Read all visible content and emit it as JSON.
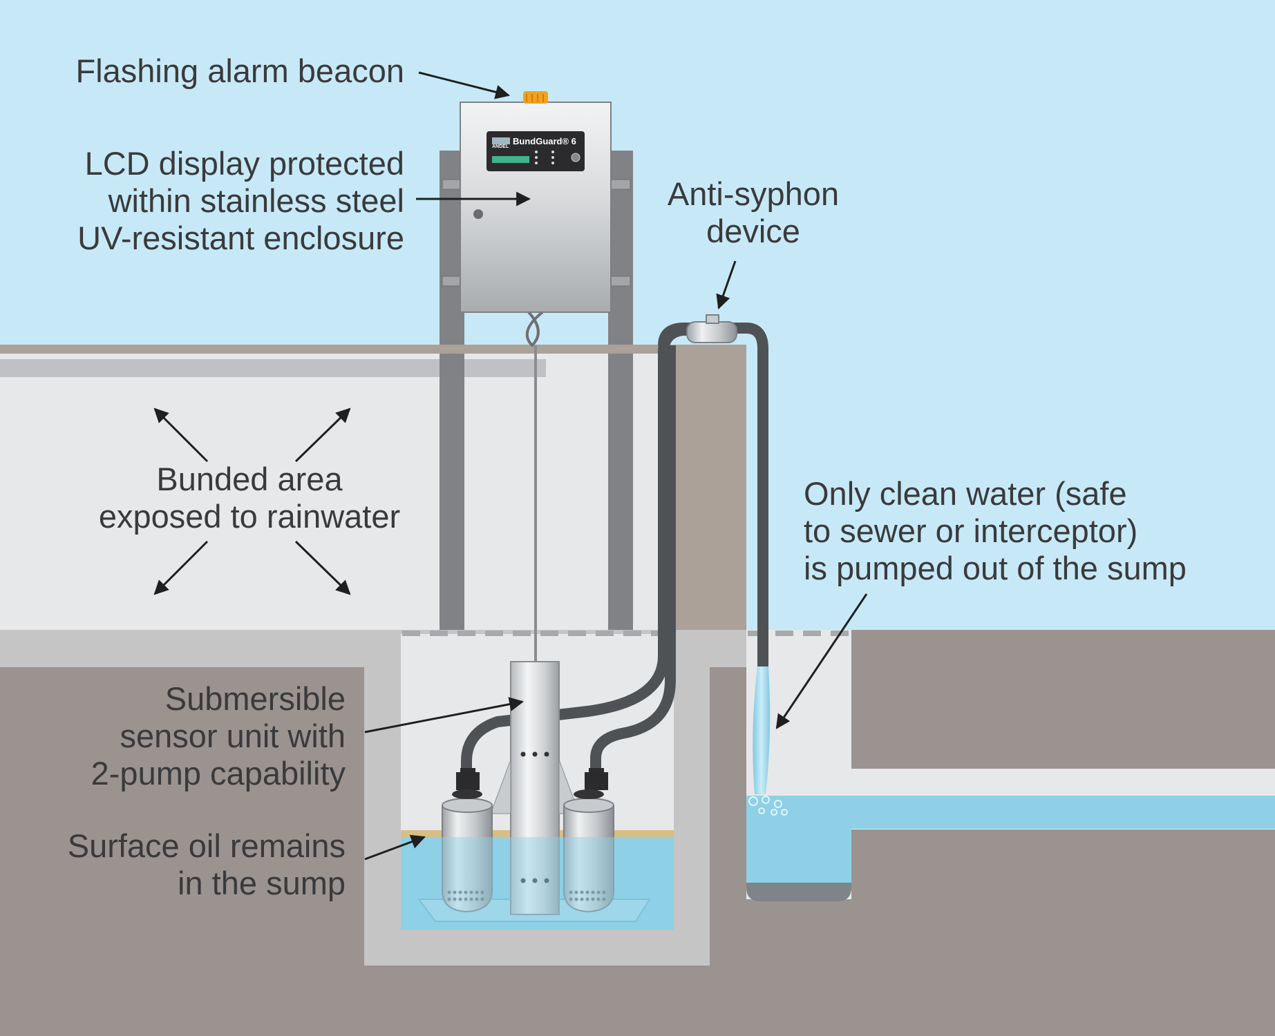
{
  "labels": {
    "alarm_beacon": "Flashing alarm beacon",
    "lcd_display": [
      "LCD display protected",
      "within stainless steel",
      "UV-resistant enclosure"
    ],
    "anti_syphon": [
      "Anti-syphon",
      "device"
    ],
    "bunded_area": [
      "Bunded area",
      "exposed to rainwater"
    ],
    "clean_water": [
      "Only clean water (safe",
      "to sewer or interceptor)",
      "is pumped out of the sump"
    ],
    "sensor_unit": [
      "Submersible",
      "sensor unit with",
      "2-pump capability"
    ],
    "surface_oil": [
      "Surface oil remains",
      "in the sump"
    ]
  },
  "device_panel": {
    "brand": "ANDEL",
    "product": "BundGuard® 6"
  },
  "colors": {
    "sky": "#c7e9f7",
    "ground": "#9a9390",
    "concrete": "#c5c5c5",
    "wall_beige": "#aba199",
    "water": "#8fd0e6",
    "oil_layer": "#d6bf86",
    "hose": "#4f5255",
    "beacon": "#f2a21e",
    "text": "#3a3a3c"
  },
  "icons": [
    "arrow-icon",
    "alarm-beacon-icon",
    "pump-icon",
    "sensor-unit-icon",
    "anti-syphon-icon",
    "lcd-display-icon"
  ]
}
